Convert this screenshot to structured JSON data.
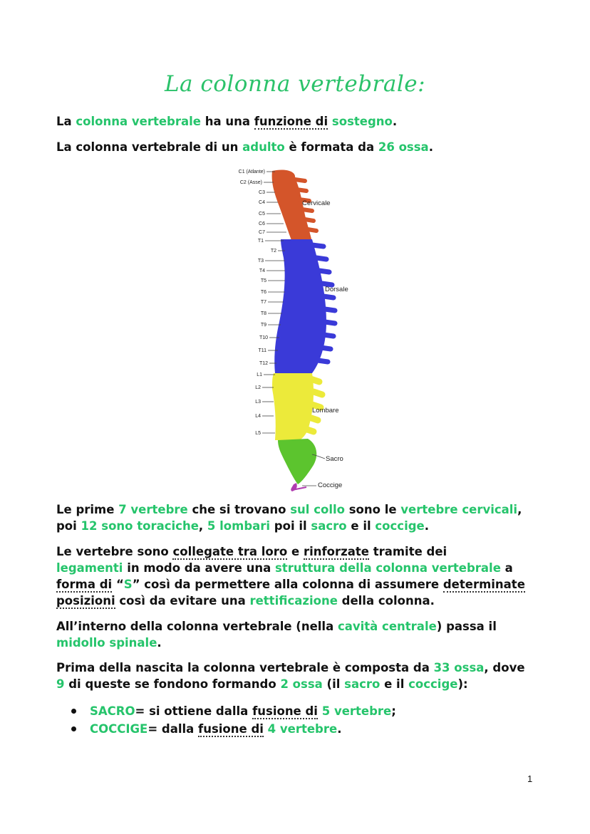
{
  "title": "La colonna vertebrale:",
  "line1": {
    "a": "La ",
    "b": "colonna vertebrale",
    "c": " ha una ",
    "d": "funzione di",
    "e": " ",
    "f": "sostegno",
    "g": "."
  },
  "line2": {
    "a": "La colonna vertebrale di un ",
    "b": "adulto",
    "c": " è formata da ",
    "d": "26 ossa",
    "e": "."
  },
  "figure": {
    "labels_left": [
      "C1 (Atlante)",
      "C2 (Asse)",
      "C3",
      "C4",
      "C5",
      "C6",
      "C7",
      "T1",
      "T2",
      "T3",
      "T4",
      "T5",
      "T6",
      "T7",
      "T8",
      "T9",
      "T10",
      "T11",
      "T12",
      "L1",
      "L2",
      "L3",
      "L4",
      "L5"
    ],
    "region_labels": {
      "cervicale": "Cervicale",
      "dorsale": "Dorsale",
      "lombare": "Lombare",
      "sacro": "Sacro",
      "coccige": "Coccige"
    },
    "colors": {
      "cervical": "#d4552a",
      "thoracic": "#3a3ad8",
      "lumbar": "#ecea3a",
      "sacrum": "#5cc42e",
      "coccyx": "#b03cb0"
    }
  },
  "para1": {
    "a": "Le prime ",
    "b": "7 vertebre",
    "c": " che si trovano ",
    "d": "sul collo",
    "e": " sono le ",
    "f": "vertebre cervicali",
    "g": ",",
    "h": "poi ",
    "i": "12 sono toraciche",
    "j": ", ",
    "k": "5 lombari",
    "l": " poi il ",
    "m": "sacro",
    "n": " e il ",
    "o": "coccige",
    "p": "."
  },
  "para2": {
    "a": "Le vertebre sono ",
    "b": "collegate tra loro",
    "c": " e ",
    "d": "rinforzate",
    "e": " tramite dei",
    "f": "legamenti",
    "g": " in modo da avere una ",
    "h": "struttura della colonna vertebrale",
    "i": " a",
    "j": "forma di",
    "k": " “",
    "l": "S",
    "m": "” così da permettere alla colonna di assumere ",
    "n": "determinate",
    "o": "posizioni",
    "p": " così da evitare una ",
    "q": "rettificazione",
    "r": " della colonna."
  },
  "para3": {
    "a": "All’interno della colonna vertebrale (nella ",
    "b": "cavità centrale",
    "c": ") passa il",
    "d": "midollo spinale",
    "e": "."
  },
  "para4": {
    "a": "Prima della nascita la colonna vertebrale è composta da ",
    "b": "33 ossa",
    "c": ", dove",
    "d": "9",
    "e": " di queste se fondono formando ",
    "f": "2 ossa",
    "g": " (il ",
    "h": "sacro",
    "i": " e il ",
    "j": "coccige",
    "k": "):"
  },
  "bullets": [
    {
      "a": "SACRO",
      "b": "= si ottiene dalla ",
      "c": "fusione di",
      "d": " ",
      "e": "5 vertebre",
      "f": ";"
    },
    {
      "a": "COCCIGE",
      "b": "= dalla ",
      "c": "fusione di",
      "d": " ",
      "e": "4 vertebre",
      "f": "."
    }
  ],
  "page_number": "1"
}
